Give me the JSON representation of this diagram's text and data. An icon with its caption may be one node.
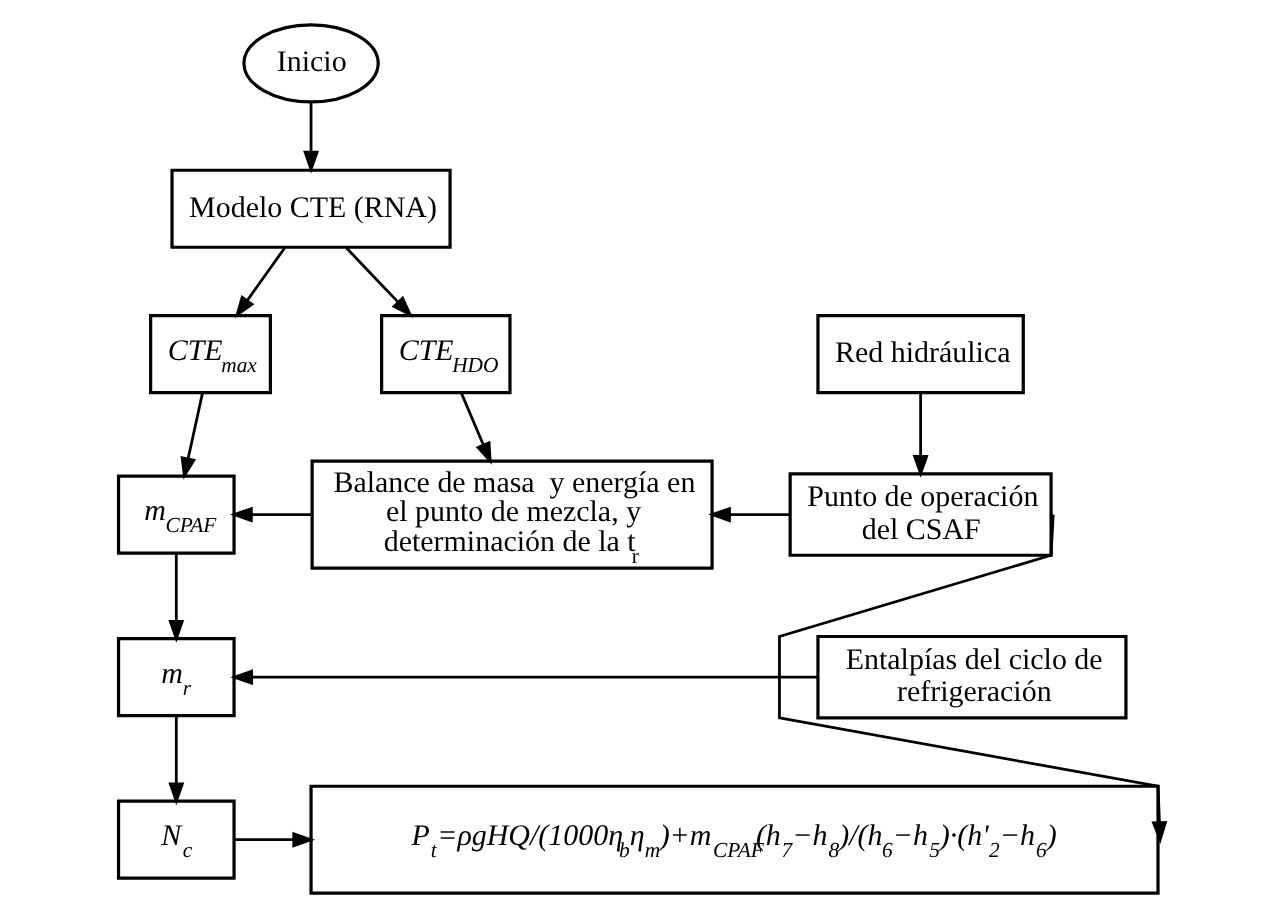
{
  "diagram": {
    "nodes": [
      {
        "text": [
          "Inicio"
        ]
      },
      {
        "text": [
          "Modelo CTE (RNA)"
        ]
      },
      {
        "text": [
          "CTE$_{max}$"
        ]
      },
      {
        "text": [
          "CTE$_{HDO}$"
        ]
      },
      {
        "text": [
          "Red hidráulica"
        ]
      },
      {
        "text": [
          "Balance de masa  y energía en el punto de mezcla, y determinación de la t$_{r}$"
        ]
      },
      {
        "text": [
          "m$_{CPAF}$"
        ]
      },
      {
        "text": [
          "Punto de operación del CSAF"
        ]
      },
      {
        "text": [
          "m$_{r}$"
        ]
      },
      {
        "text": [
          "Entalpías del ciclo de refrigeración"
        ]
      },
      {
        "text": [
          "N$_{c}$"
        ]
      },
      {
        "text": [
          "P$_{t}$=ρgHQ/(1000η$_{b}$η$_{m}$)+m$_{CPAF}$(h$_{7}$−h$_{8}$)/(h$_{6}$−h$_{5}$)·(h'$_{2}$−h$_{6}$)"
        ]
      }
    ],
    "edges": [
      {
        "from": 0,
        "to": 1,
        "arrow": "to"
      },
      {
        "from": 1,
        "to": 2,
        "arrow": "to"
      },
      {
        "from": 1,
        "to": 3,
        "arrow": "to"
      },
      {
        "from": 2,
        "to": 6,
        "arrow": "to"
      },
      {
        "from": 3,
        "to": 5,
        "arrow": "to"
      },
      {
        "from": 4,
        "to": 7,
        "arrow": "to"
      },
      {
        "from": 7,
        "to": 5,
        "arrow": "to"
      },
      {
        "from": 5,
        "to": 6,
        "arrow": "to"
      },
      {
        "from": 6,
        "to": 8,
        "arrow": "to"
      },
      {
        "from": 9,
        "to": 8,
        "arrow": "to"
      },
      {
        "from": 8,
        "to": 10,
        "arrow": "to"
      },
      {
        "from": 10,
        "to": 11,
        "arrow": "to"
      },
      {
        "from": 7,
        "to": 11,
        "arrow": "to"
      }
    ]
  }
}
